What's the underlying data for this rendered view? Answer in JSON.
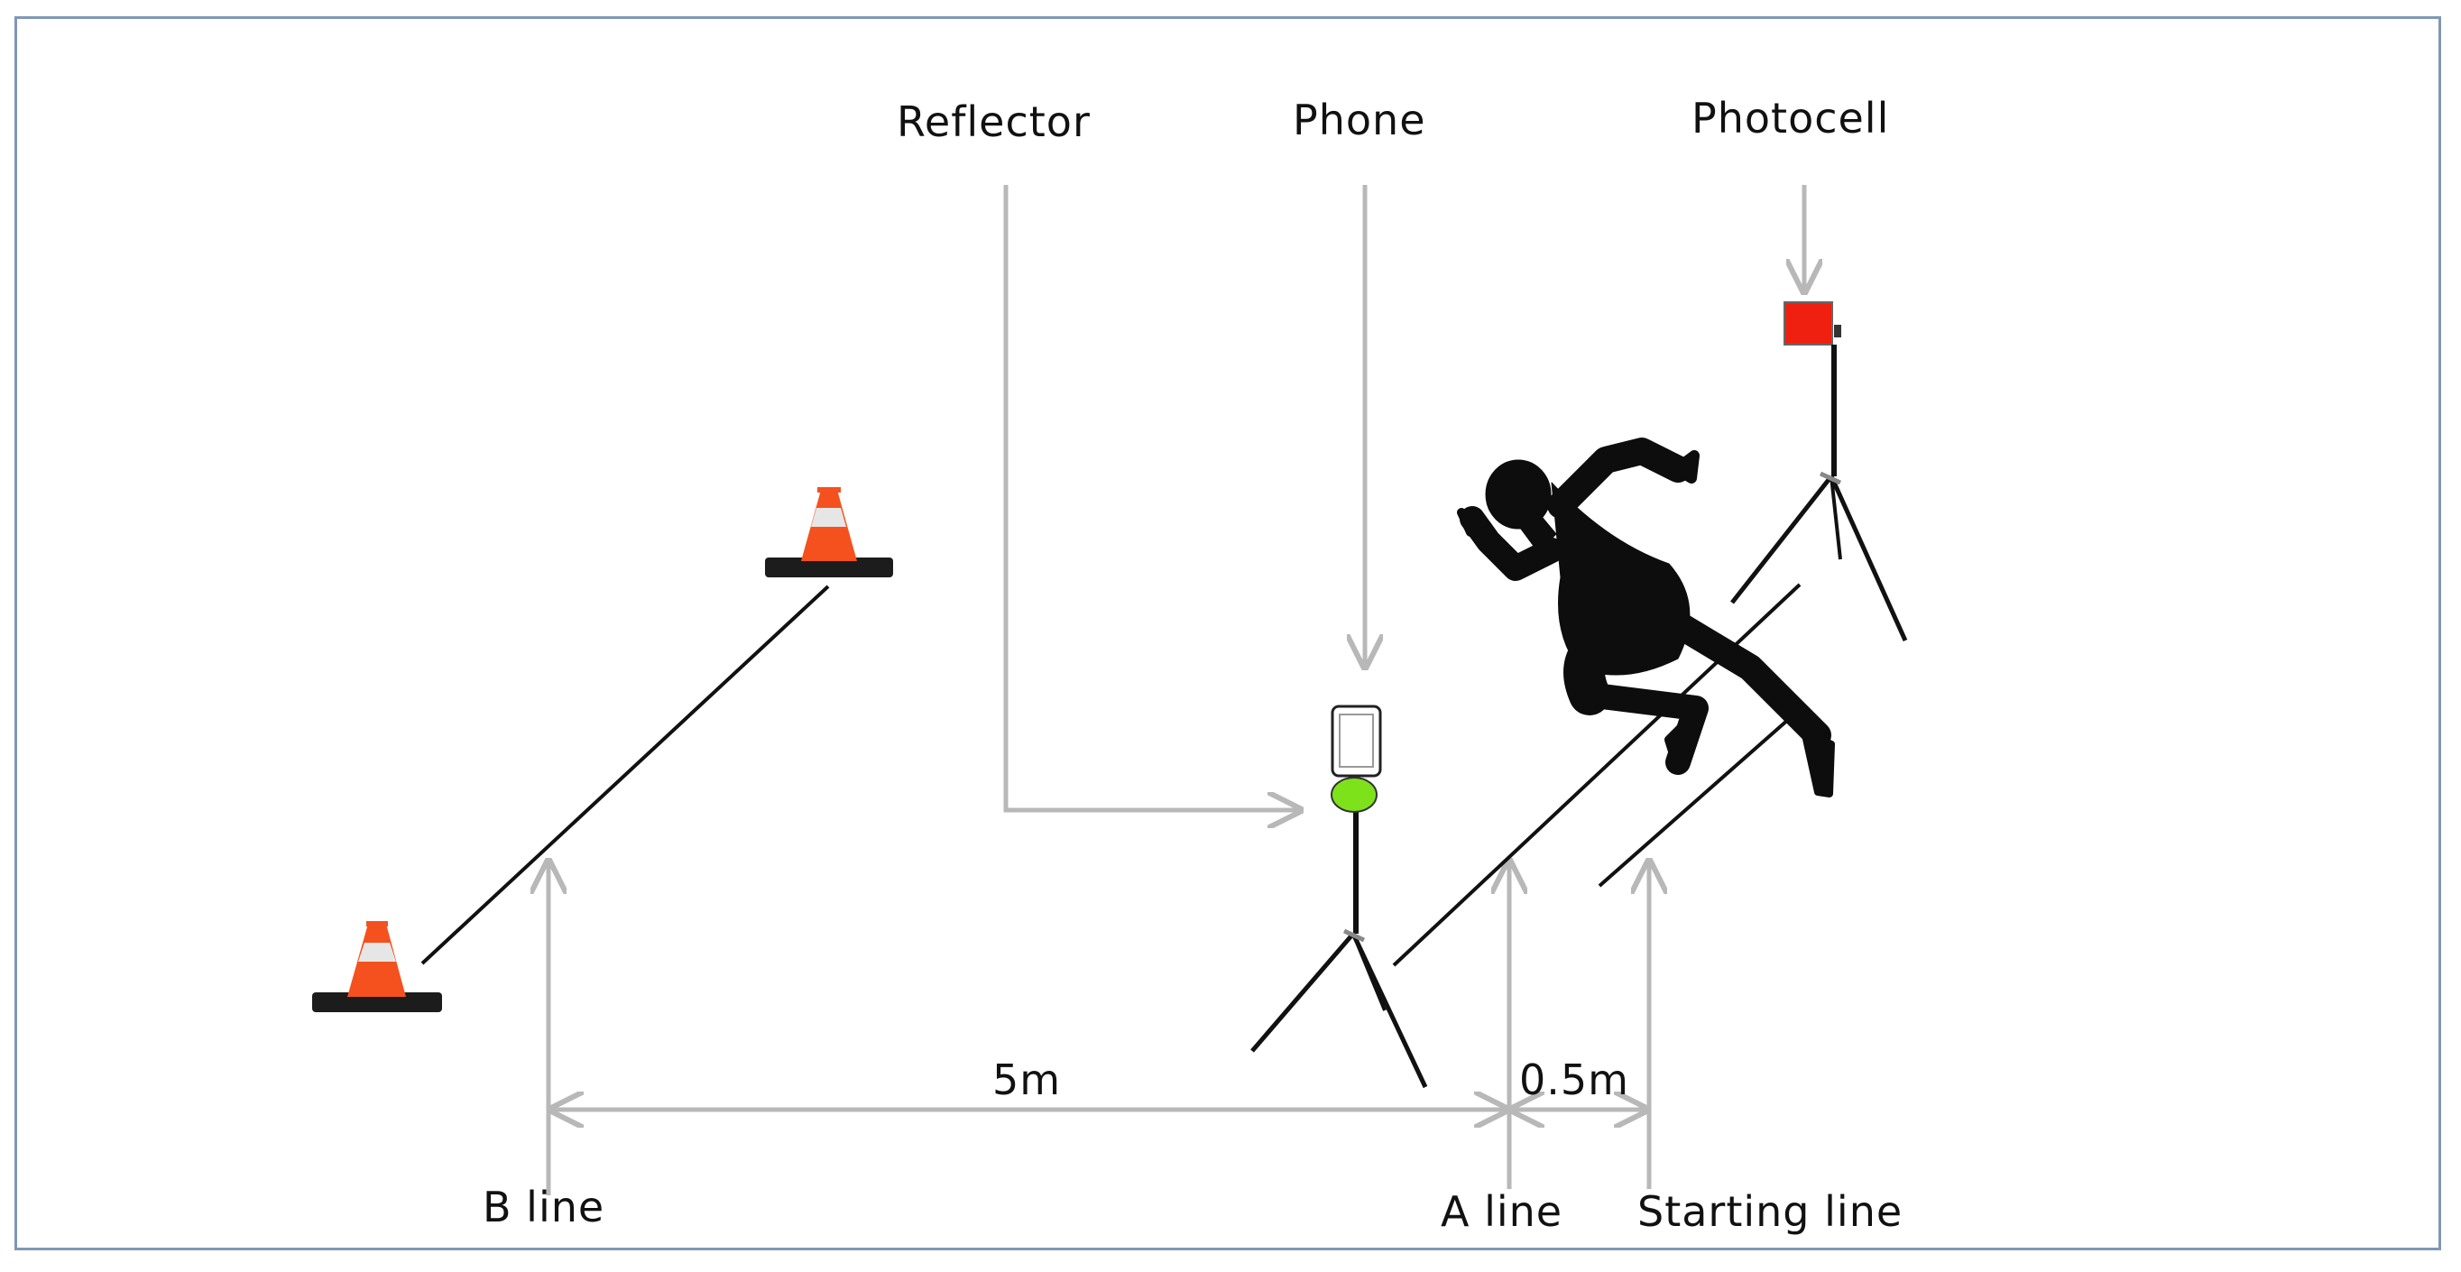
{
  "labels": {
    "reflector": "Reflector",
    "phone": "Phone",
    "photocell": "Photocell",
    "distance_5m": "5m",
    "distance_05m": "0.5m",
    "b_line": "B line",
    "a_line": "A line",
    "starting_line": "Starting line"
  },
  "colors": {
    "frame": "#7f98b5",
    "arrow": "#b8b8b8",
    "cone": "#f4511e",
    "reflector": "#7ee21b",
    "photocell": "#f02010"
  }
}
